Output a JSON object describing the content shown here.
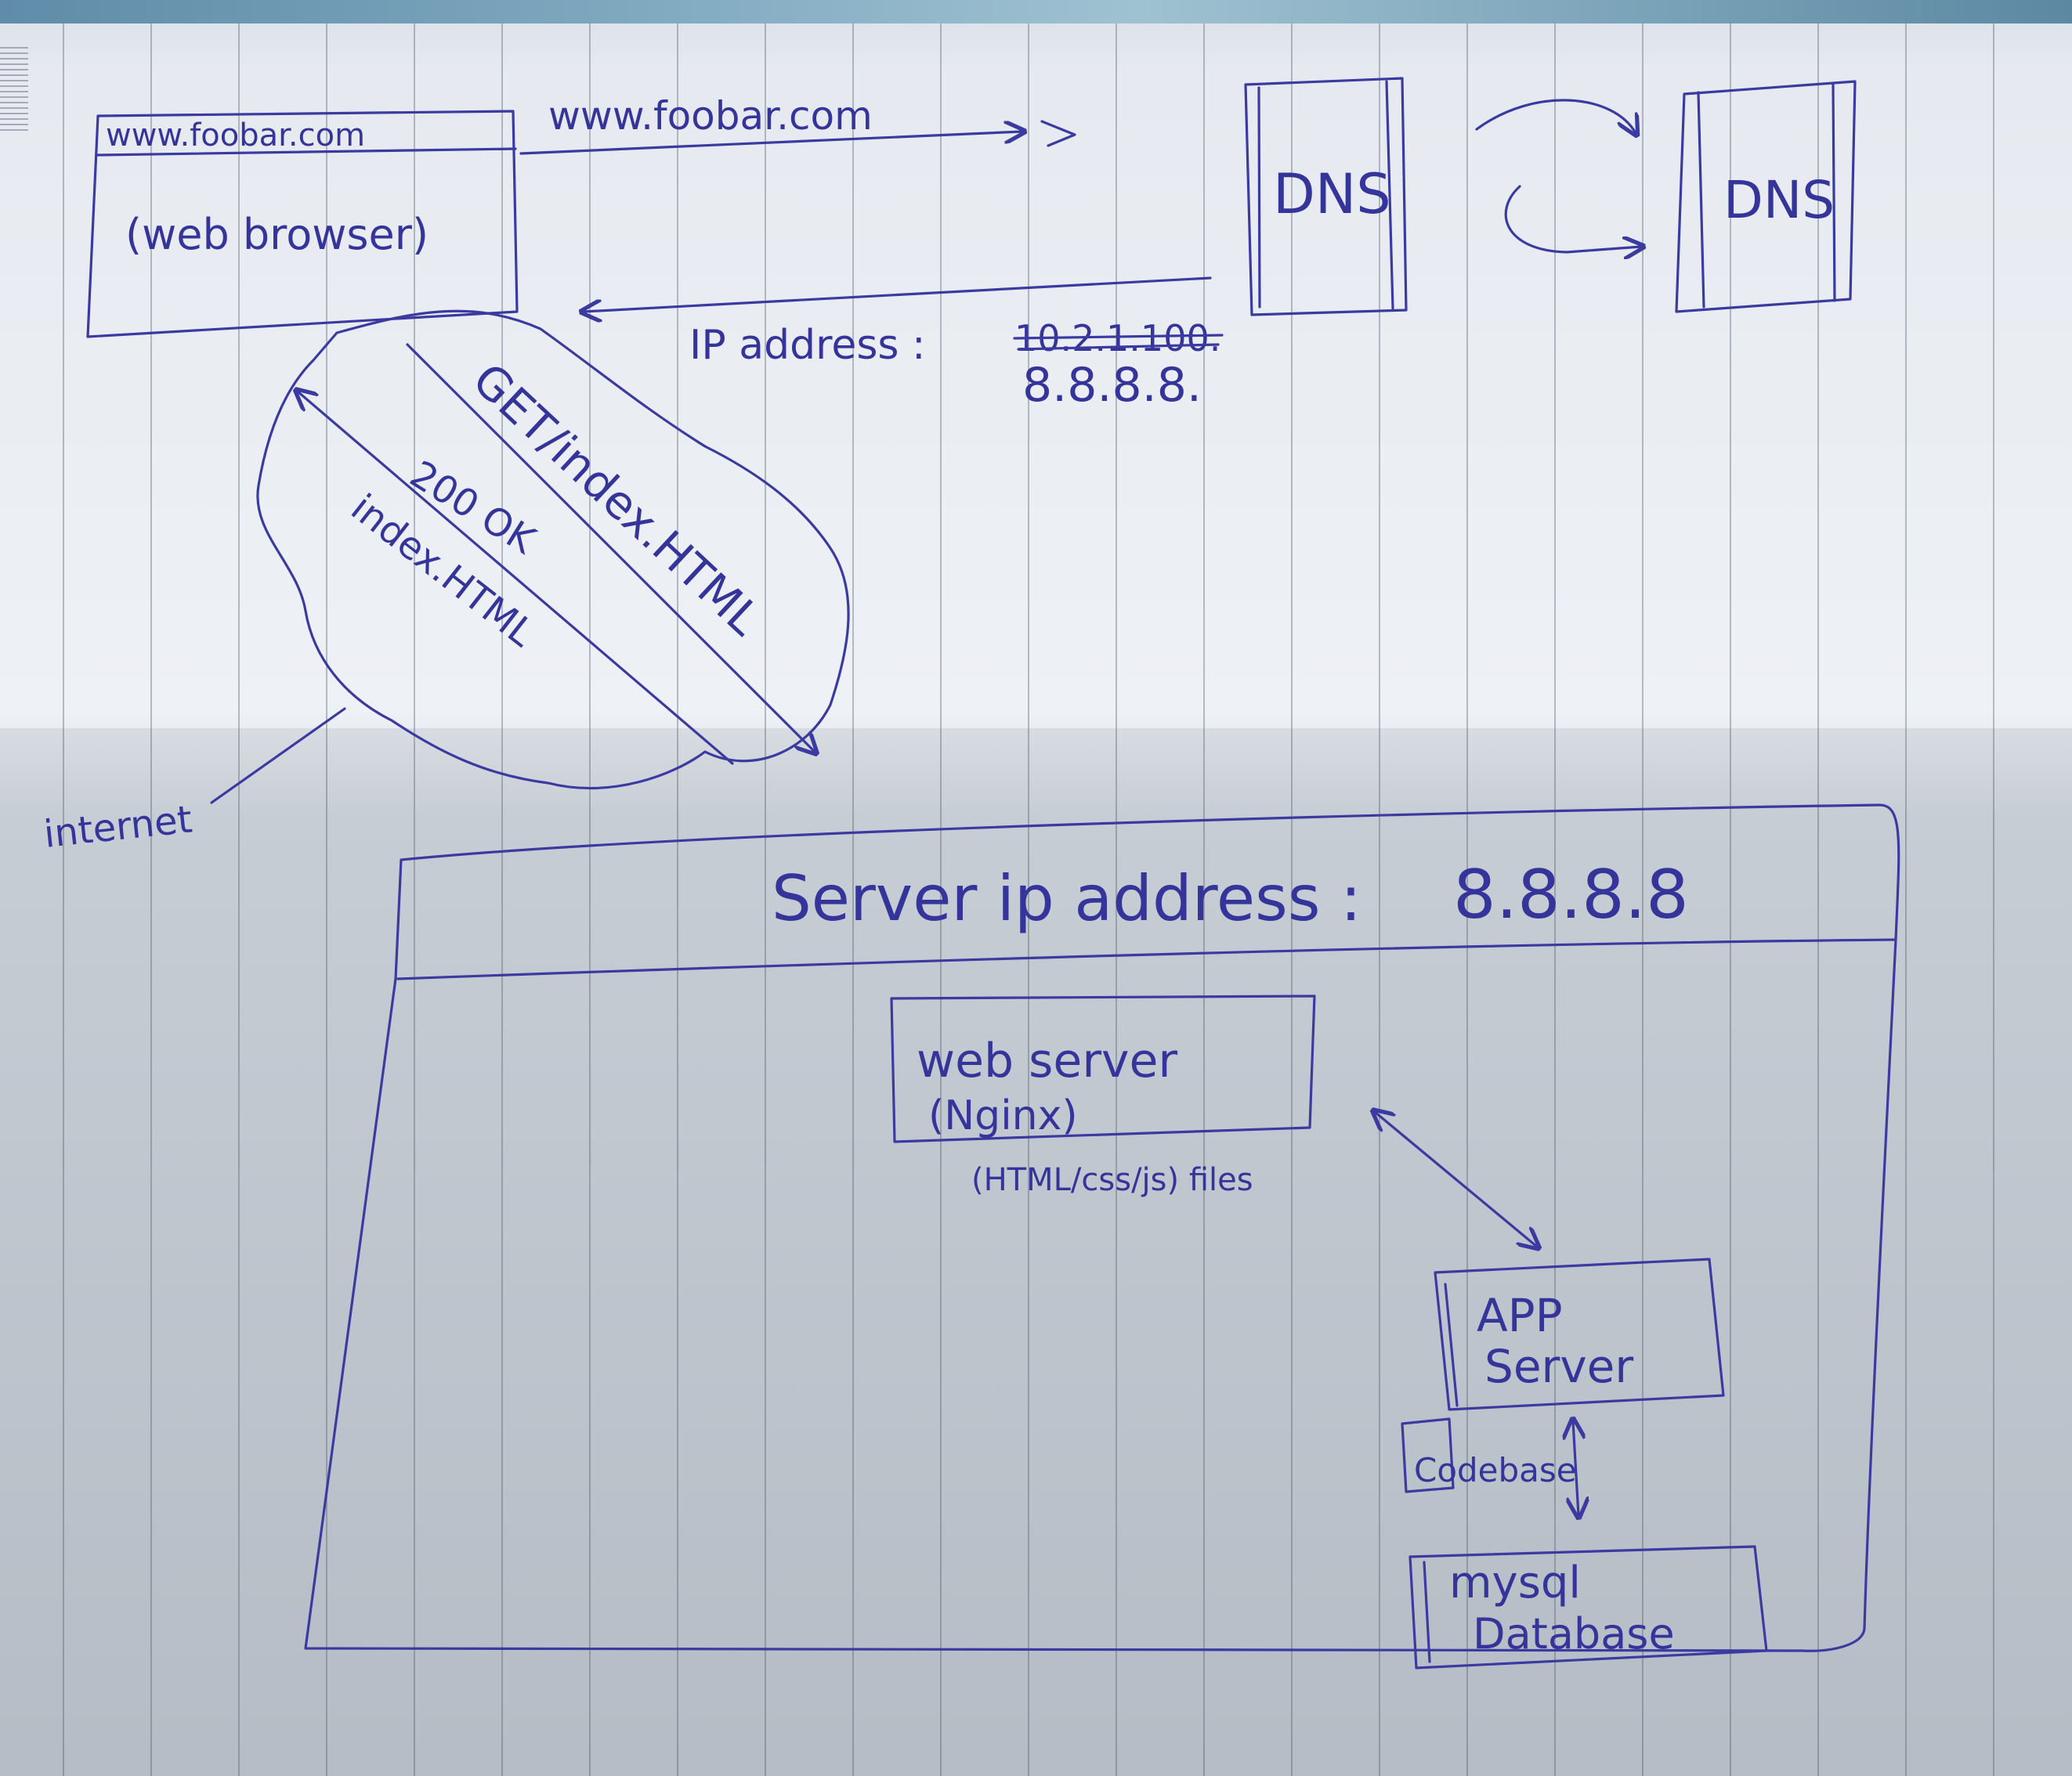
{
  "diagram": {
    "browser": {
      "url_bar": "www.foobar.com",
      "label": "(web browser)"
    },
    "request_url": "www.foobar.com",
    "dns_primary": "DNS",
    "dns_secondary": "DNS",
    "ip_response": {
      "label": "IP address :",
      "struck_value": "10.2.1.100.",
      "value": "8.8.8.8."
    },
    "internet_cloud": {
      "request": "GET/index.HTML",
      "response_status": "200 OK",
      "response_body": "index.HTML",
      "label": "internet"
    },
    "server_box": {
      "title": "Server ip address :",
      "ip": "8.8.8.8",
      "web_server": {
        "name": "web server",
        "software": "(Nginx)",
        "note": "(HTML/css/js) files"
      },
      "app_server": {
        "line1": "APP",
        "line2": "Server"
      },
      "codebase": "Codebase",
      "database": {
        "line1": "mysql",
        "line2": "Database"
      }
    },
    "ink_color": "#3b3aa0"
  }
}
